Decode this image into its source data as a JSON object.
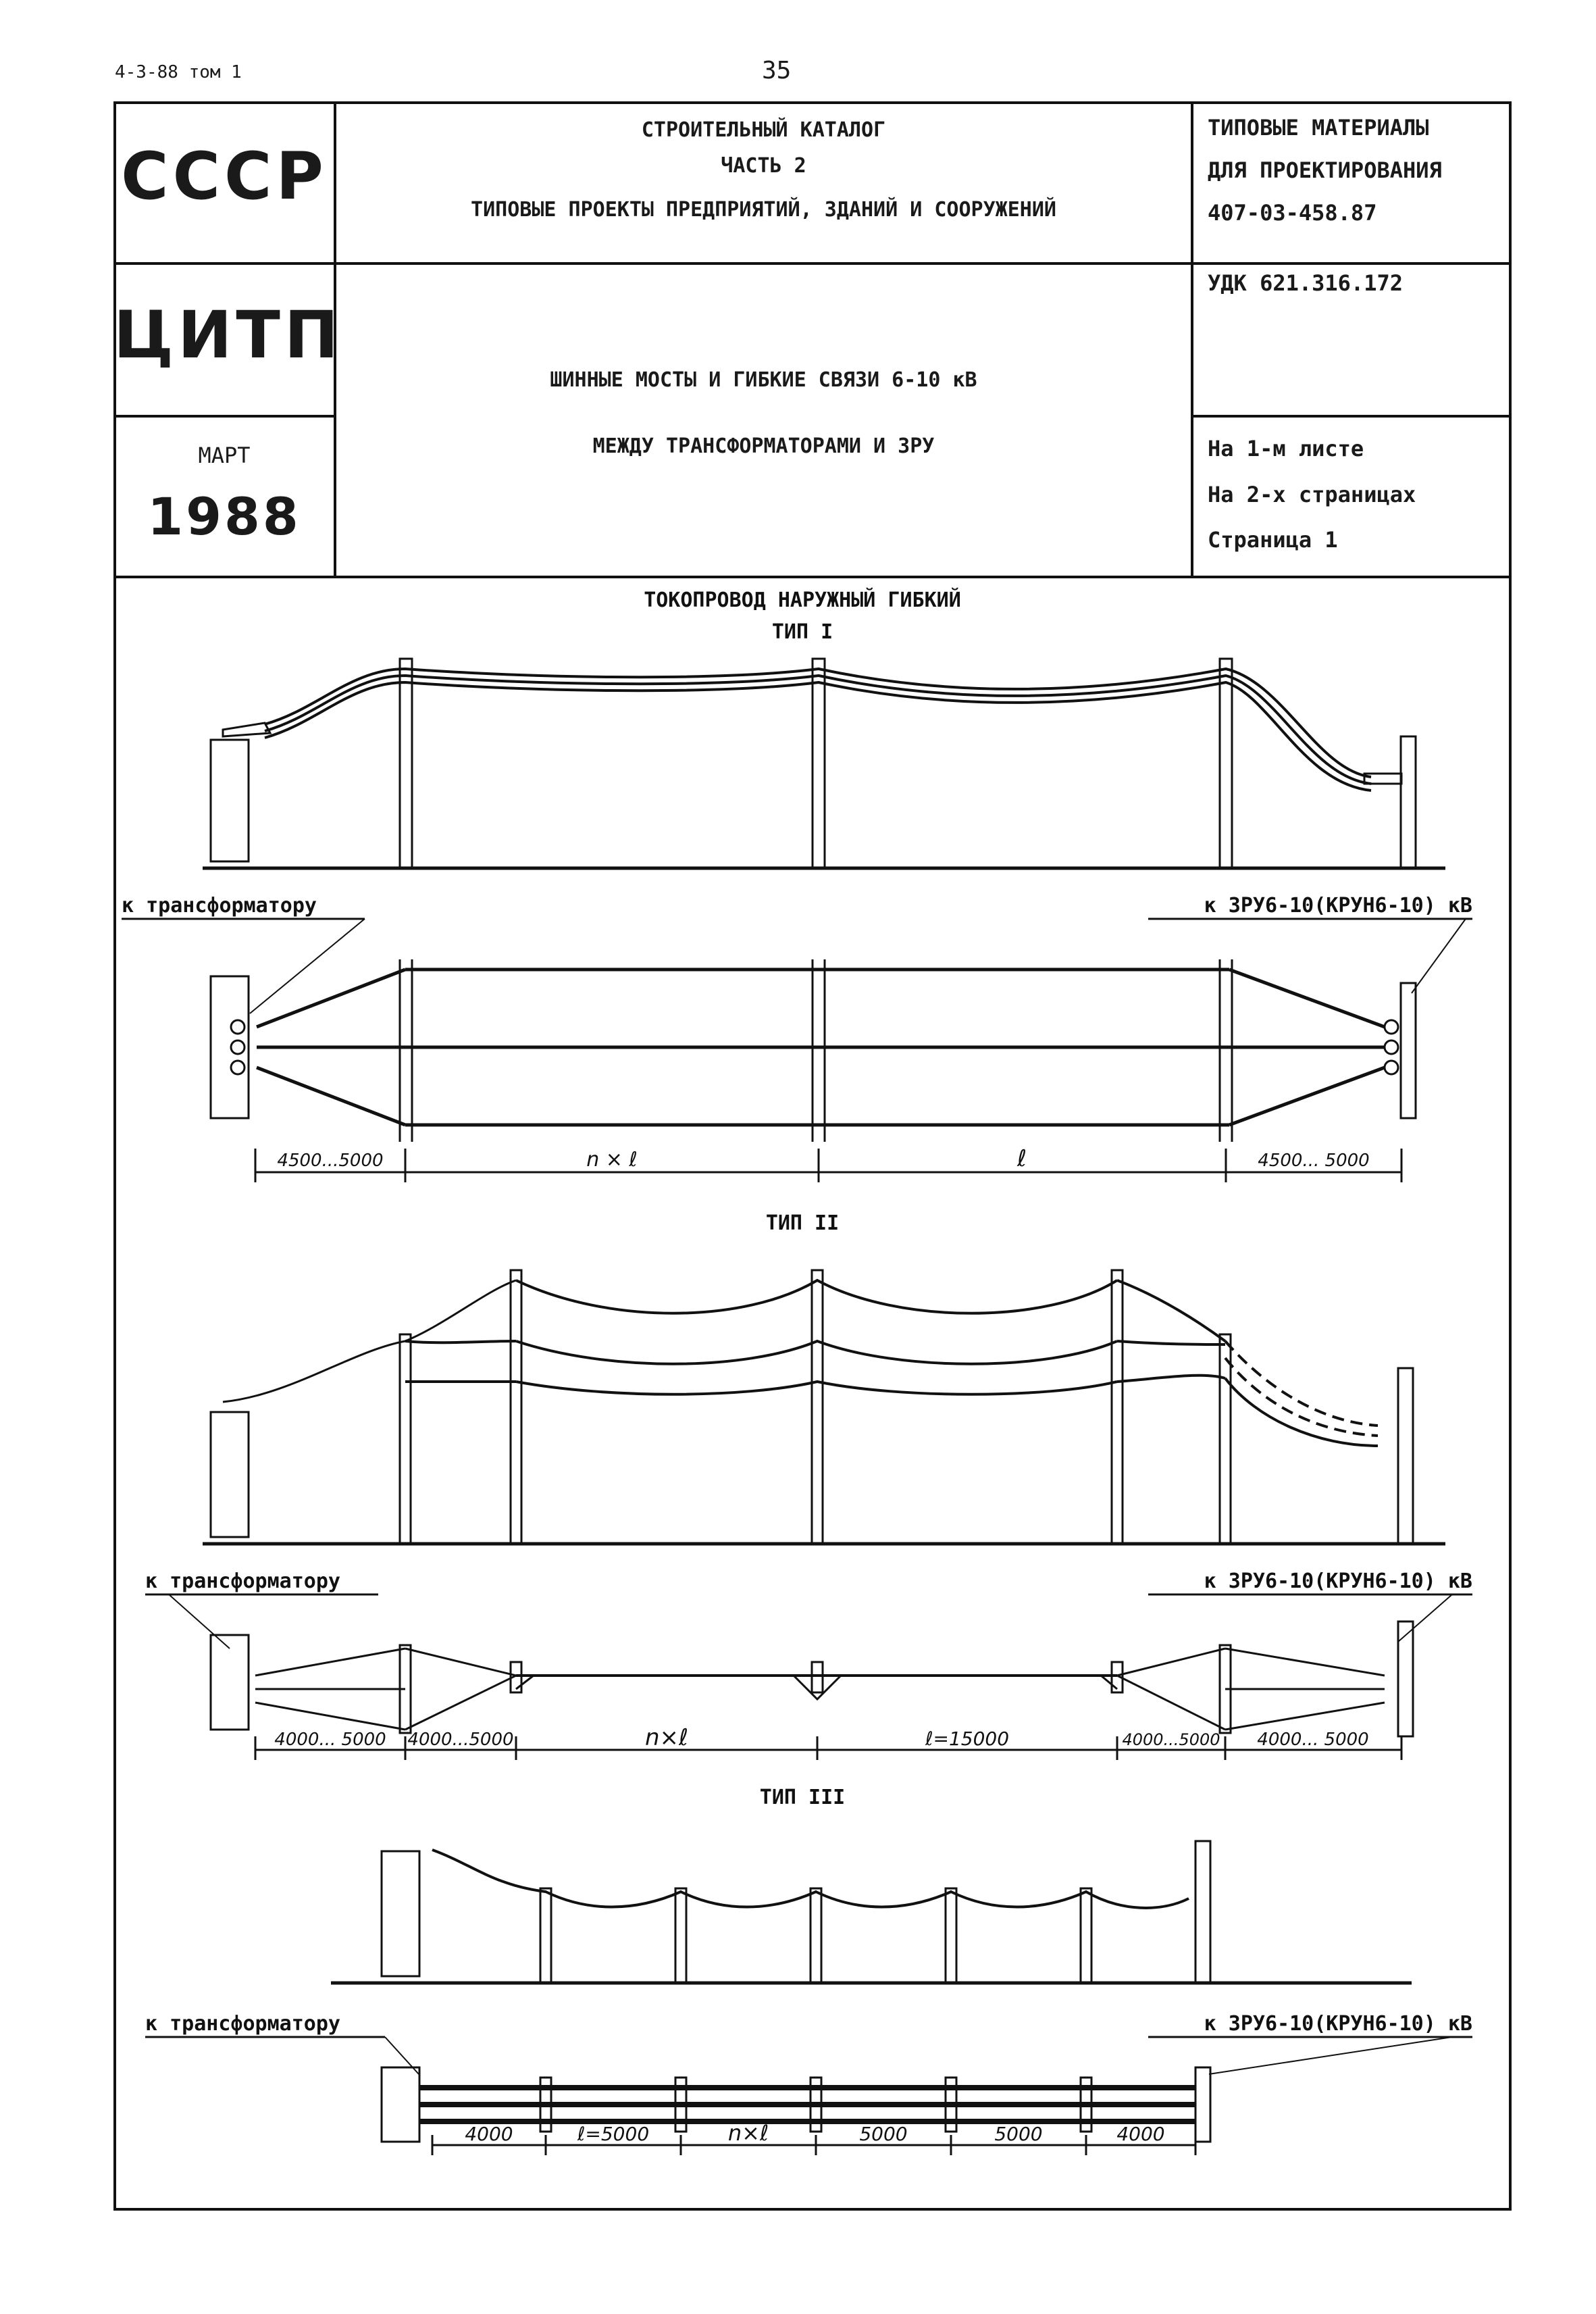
{
  "top": {
    "sheet_ref": "4-3-88 том 1",
    "page_number": "35"
  },
  "header": {
    "org1": "СССР",
    "org2": "ЦИТП",
    "month": "МАРТ",
    "year": "1988",
    "catalog_line1": "СТРОИТЕЛЬНЫЙ КАТАЛОГ",
    "catalog_line2": "ЧАСТЬ 2",
    "catalog_line3": "ТИПОВЫЕ ПРОЕКТЫ ПРЕДПРИЯТИЙ, ЗДАНИЙ И СООРУЖЕНИЙ",
    "materials_line1": "ТИПОВЫЕ МАТЕРИАЛЫ",
    "materials_line2": "ДЛЯ ПРОЕКТИРОВАНИЯ",
    "materials_line3": "407-03-458.87",
    "udk": "УДК 621.316.172",
    "title_line1": "ШИННЫЕ МОСТЫ И ГИБКИЕ СВЯЗИ 6-10 кВ",
    "title_line2": "МЕЖДУ ТРАНСФОРМАТОРАМИ И ЗРУ",
    "sheet_info1": "На 1-м листе",
    "sheet_info2": "На 2-х страницах",
    "sheet_info3": "Страница 1"
  },
  "drawing": {
    "main_title": "ТОКОПРОВОД НАРУЖНЫЙ ГИБКИЙ",
    "types": [
      {
        "label": "ТИП I",
        "left_label": "к трансформатору",
        "right_label": "к ЗРУ6-10(КРУН6-10) кВ",
        "dims": [
          "4500...5000",
          "n × ℓ",
          "ℓ",
          "4500... 5000"
        ]
      },
      {
        "label": "ТИП II",
        "left_label": "к трансформатору",
        "right_label": "к ЗРУ6-10(КРУН6-10) кВ",
        "dims": [
          "4000... 5000",
          "4000...5000",
          "n×ℓ",
          "ℓ=15000",
          "4000...5000",
          "4000... 5000"
        ]
      },
      {
        "label": "ТИП III",
        "left_label": "к трансформатору",
        "right_label": "к ЗРУ6-10(КРУН6-10) кВ",
        "dims": [
          "4000",
          "ℓ=5000",
          "n×ℓ",
          "5000",
          "5000",
          "4000"
        ]
      }
    ]
  }
}
